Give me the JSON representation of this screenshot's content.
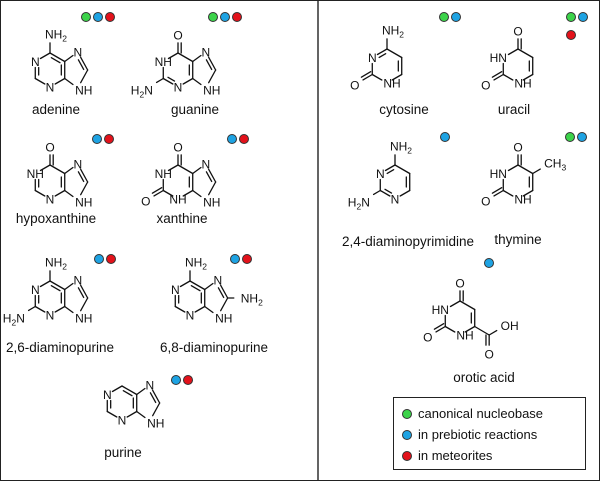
{
  "colors": {
    "canonical": "#3cd34a",
    "prebiotic": "#1ea3e3",
    "meteorite": "#e3121b"
  },
  "molecules": [
    {
      "id": "adenine",
      "name": "adenine",
      "dots": [
        "canonical",
        "prebiotic",
        "meteorite"
      ]
    },
    {
      "id": "guanine",
      "name": "guanine",
      "dots": [
        "canonical",
        "prebiotic",
        "meteorite"
      ]
    },
    {
      "id": "hypoxanthine",
      "name": "hypoxanthine",
      "dots": [
        "prebiotic",
        "meteorite"
      ]
    },
    {
      "id": "xanthine",
      "name": "xanthine",
      "dots": [
        "prebiotic",
        "meteorite"
      ]
    },
    {
      "id": "diaminopurine26",
      "name": "2,6-diaminopurine",
      "dots": [
        "prebiotic",
        "meteorite"
      ]
    },
    {
      "id": "diaminopurine68",
      "name": "6,8-diaminopurine",
      "dots": [
        "prebiotic",
        "meteorite"
      ]
    },
    {
      "id": "purine",
      "name": "purine",
      "dots": [
        "prebiotic",
        "meteorite"
      ]
    },
    {
      "id": "cytosine",
      "name": "cytosine",
      "dots": [
        "canonical",
        "prebiotic"
      ]
    },
    {
      "id": "uracil",
      "name": "uracil",
      "dots": [
        "canonical",
        "prebiotic",
        "meteorite"
      ]
    },
    {
      "id": "diaminopyrimidine",
      "name": "2,4-diaminopyrimidine",
      "dots": [
        "prebiotic"
      ]
    },
    {
      "id": "thymine",
      "name": "thymine",
      "dots": [
        "canonical",
        "prebiotic"
      ]
    },
    {
      "id": "orotic",
      "name": "orotic acid",
      "dots": [
        "prebiotic"
      ]
    }
  ],
  "atoms": {
    "N": "N",
    "NH": "NH",
    "O": "O",
    "NH2": "NH2",
    "H2N": "H2N",
    "CH3": "CH3",
    "OH": "OH"
  },
  "legend": [
    {
      "color_key": "canonical",
      "label": "canonical nucleobase"
    },
    {
      "color_key": "prebiotic",
      "label": "in prebiotic reactions"
    },
    {
      "color_key": "meteorite",
      "label": "in meteorites"
    }
  ]
}
